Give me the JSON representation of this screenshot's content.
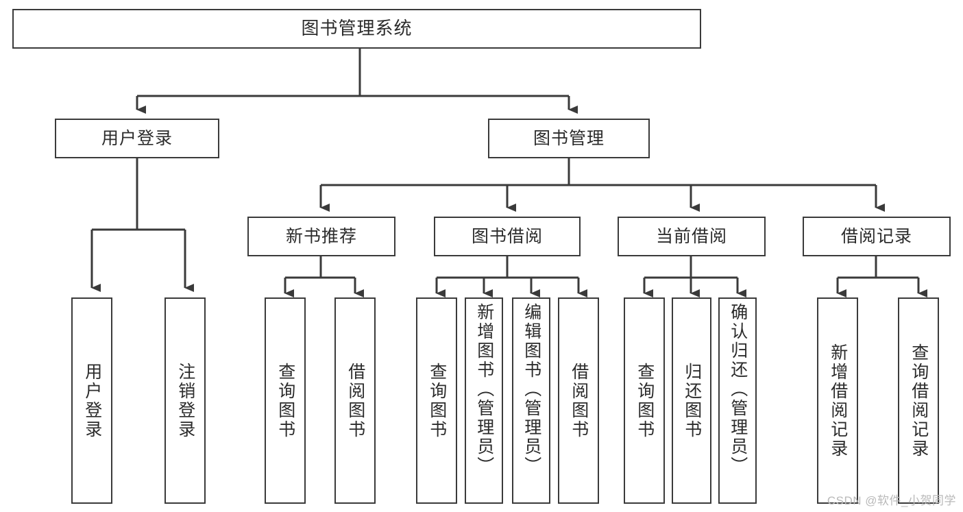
{
  "diagram": {
    "title": "图书管理系统",
    "type": "tree",
    "root": {
      "id": "root",
      "label": "图书管理系统",
      "orientation": "horizontal"
    },
    "level2": [
      {
        "id": "user-login",
        "label": "用户登录",
        "orientation": "horizontal"
      },
      {
        "id": "book-manage",
        "label": "图书管理",
        "orientation": "horizontal"
      }
    ],
    "level3": [
      {
        "id": "new-book-rec",
        "label": "新书推荐",
        "orientation": "horizontal",
        "parent": "book-manage"
      },
      {
        "id": "book-borrow",
        "label": "图书借阅",
        "orientation": "horizontal",
        "parent": "book-manage"
      },
      {
        "id": "current-borrow",
        "label": "当前借阅",
        "orientation": "horizontal",
        "parent": "book-manage"
      },
      {
        "id": "borrow-record",
        "label": "借阅记录",
        "orientation": "horizontal",
        "parent": "book-manage"
      }
    ],
    "leaves": [
      {
        "id": "leaf-user-login",
        "label": "用户登录",
        "parent": "user-login"
      },
      {
        "id": "leaf-logout",
        "label": "注销登录",
        "parent": "user-login"
      },
      {
        "id": "leaf-query-book-1",
        "label": "查询图书",
        "parent": "new-book-rec"
      },
      {
        "id": "leaf-borrow-book-1",
        "label": "借阅图书",
        "parent": "new-book-rec"
      },
      {
        "id": "leaf-query-book-2",
        "label": "查询图书",
        "parent": "book-borrow"
      },
      {
        "id": "leaf-add-book",
        "label": "新增图书（管理员）",
        "parent": "book-borrow"
      },
      {
        "id": "leaf-edit-book",
        "label": "编辑图书（管理员）",
        "parent": "book-borrow"
      },
      {
        "id": "leaf-borrow-book-2",
        "label": "借阅图书",
        "parent": "book-borrow"
      },
      {
        "id": "leaf-query-book-3",
        "label": "查询图书",
        "parent": "current-borrow"
      },
      {
        "id": "leaf-return-book",
        "label": "归还图书",
        "parent": "current-borrow"
      },
      {
        "id": "leaf-confirm-return",
        "label": "确认归还（管理员）",
        "parent": "current-borrow"
      },
      {
        "id": "leaf-add-record",
        "label": "新增借阅记录",
        "parent": "borrow-record"
      },
      {
        "id": "leaf-query-record",
        "label": "查询借阅记录",
        "parent": "borrow-record"
      }
    ]
  },
  "watermark": {
    "text": "CSDN @软件_小贺同学"
  },
  "colors": {
    "background": "#ffffff",
    "node_fill": "#ffffff",
    "node_border": "#3a3a3a",
    "edge": "#3a3a3a",
    "text": "#2b2b2b",
    "watermark": "#b9b9b9"
  }
}
